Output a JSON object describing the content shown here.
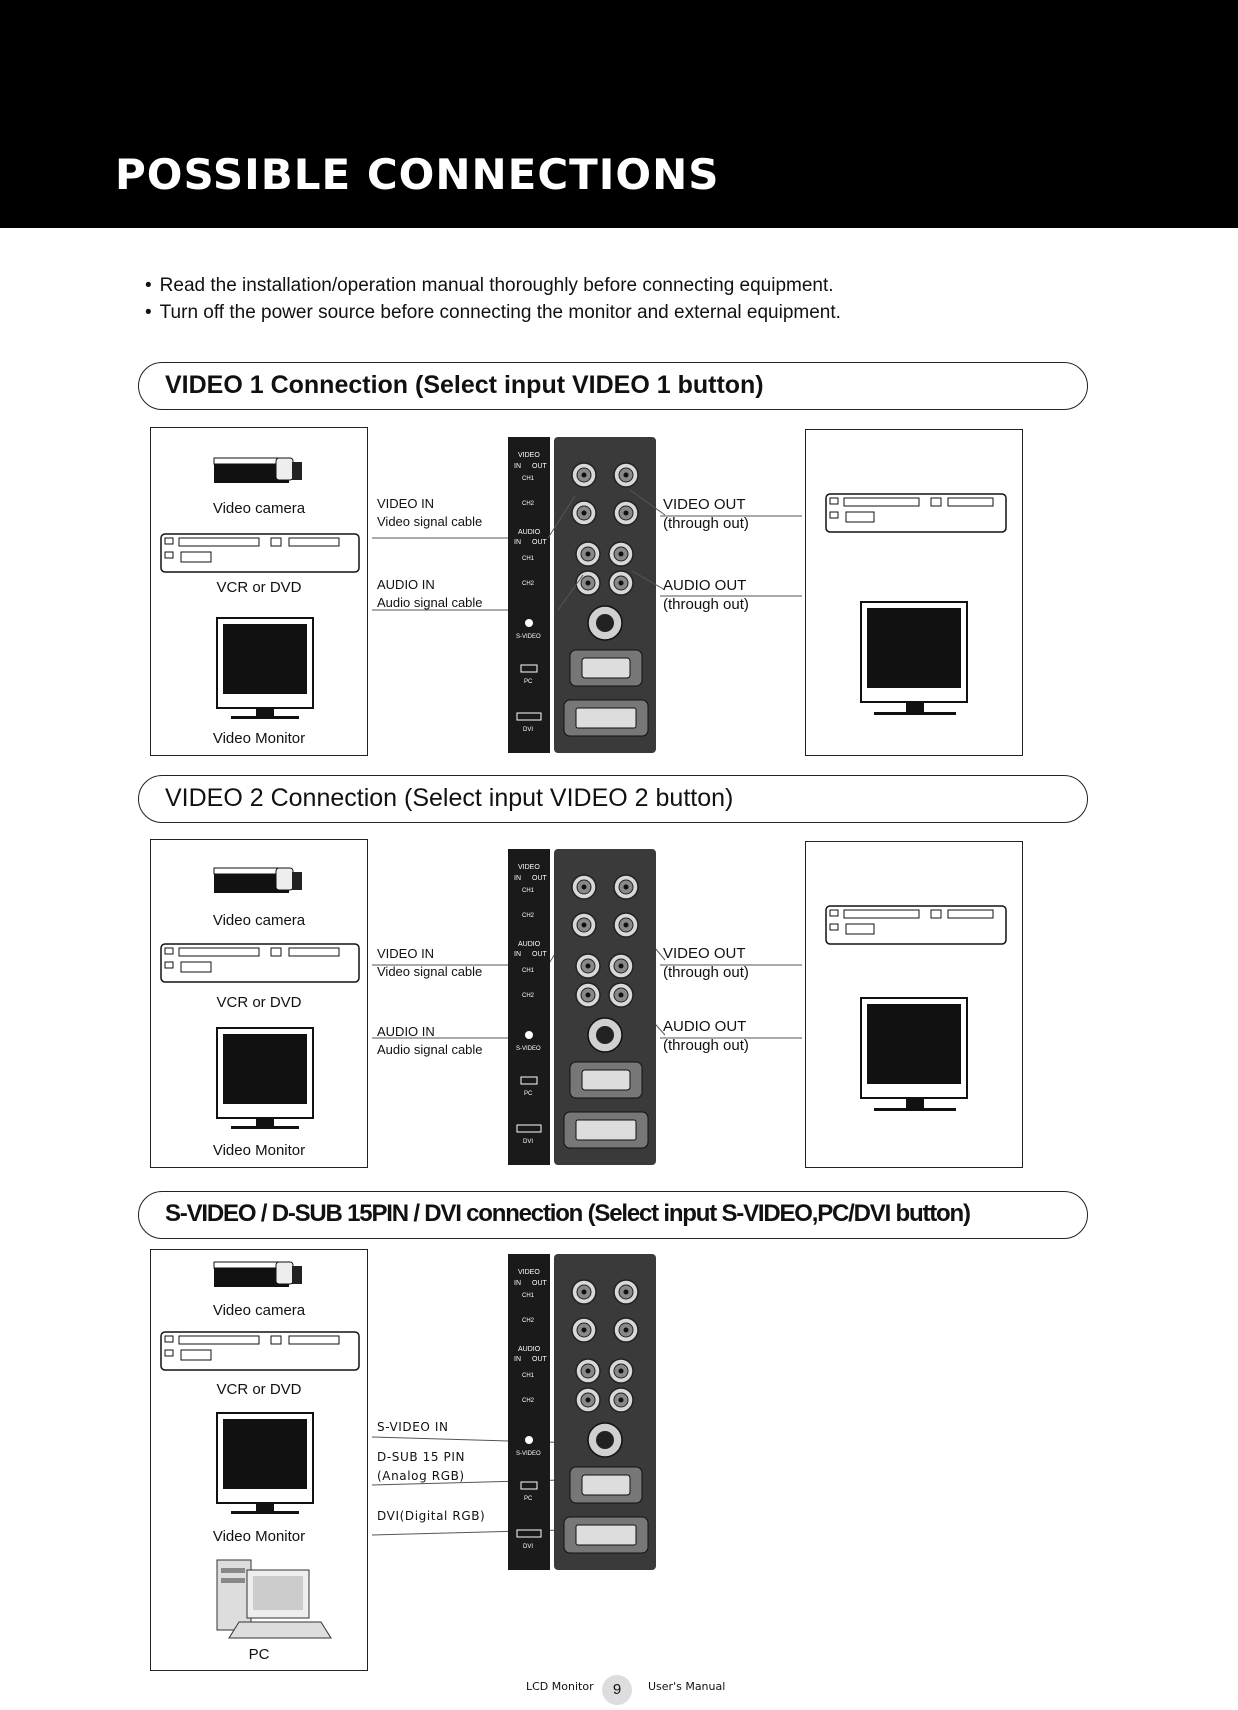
{
  "page": {
    "title": "POSSIBLE CONNECTIONS"
  },
  "notes": [
    "Read the installation/operation manual thoroughly before connecting equipment.",
    "Turn off the power source before connecting the monitor and external equipment."
  ],
  "sections": [
    {
      "heading": "VIDEO 1 Connection (Select input VIDEO 1 button)",
      "devices": [
        "Video camera",
        "VCR or DVD",
        "Video Monitor"
      ],
      "video_in": "VIDEO IN",
      "video_cable": "Video signal  cable",
      "audio_in": "AUDIO IN",
      "audio_cable": "Audio signal cable",
      "video_out": "VIDEO OUT",
      "video_out_note": "(through out)",
      "audio_out": "AUDIO OUT",
      "audio_out_note": "(through out)"
    },
    {
      "heading": "VIDEO 2 Connection (Select input VIDEO 2 button)",
      "devices": [
        "Video camera",
        "VCR or DVD",
        "Video Monitor"
      ],
      "video_in": "VIDEO IN",
      "video_cable": "Video signal  cable",
      "audio_in": "AUDIO IN",
      "audio_cable": "Audio signal cable",
      "video_out": "VIDEO OUT",
      "video_out_note": "(through out)",
      "audio_out": "AUDIO OUT",
      "audio_out_note": "(through out)"
    },
    {
      "heading": "S-VIDEO / D-SUB 15PIN / DVI connection (Select input S-VIDEO,PC/DVI button)",
      "devices": [
        "Video camera",
        "VCR or DVD",
        "Video Monitor",
        "PC"
      ],
      "svideo_in": "S-VIDEO  IN",
      "dsub_label": "D-SUB 15 PIN",
      "dsub_note": "(Analog RGB)",
      "dvi_label": "DVI(Digital RGB)"
    }
  ],
  "panel_labels": {
    "video": "VIDEO",
    "in": "IN",
    "out": "OUT",
    "ch1": "CH1",
    "ch2": "CH2",
    "audio": "AUDIO",
    "svideo": "S-VIDEO",
    "pc": "PC",
    "dvi": "DVI"
  },
  "footer": {
    "left": "LCD Monitor",
    "page_number": "9",
    "right": "User's Manual"
  }
}
